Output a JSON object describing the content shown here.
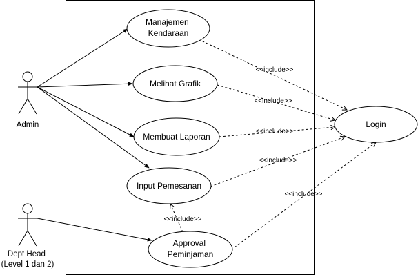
{
  "actors": {
    "admin": {
      "name": "Admin"
    },
    "dept_head": {
      "lines": [
        "Dept Head",
        "(Level 1 dan 2)"
      ]
    }
  },
  "use_cases": {
    "manajemen_kendaraan": {
      "lines": [
        "Manajemen",
        "Kendaraan"
      ]
    },
    "melihat_grafik": {
      "lines": [
        "Melihat Grafik"
      ]
    },
    "membuat_laporan": {
      "lines": [
        "Membuat Laporan"
      ]
    },
    "input_pemesanan": {
      "lines": [
        "Input Pemesanan"
      ]
    },
    "approval_peminjaman": {
      "lines": [
        "Approval",
        "Peminjaman"
      ]
    },
    "login": {
      "lines": [
        "Login"
      ]
    }
  },
  "relations": {
    "include_label": "<<include>>"
  }
}
